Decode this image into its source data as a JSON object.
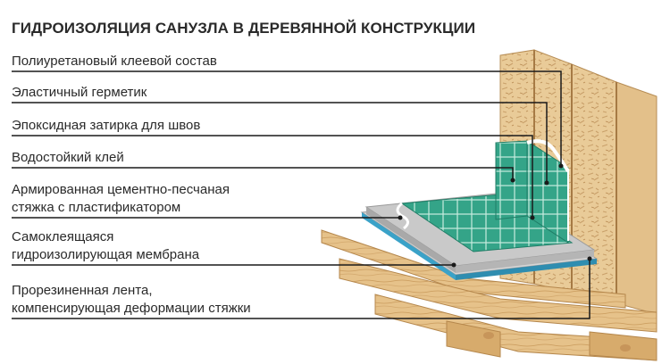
{
  "title": "ГИДРОИЗОЛЯЦИЯ САНУЗЛА В ДЕРЕВЯННОЙ КОНСТРУКЦИИ",
  "layers": [
    {
      "lines": [
        "Полиуретановый клеевой состав"
      ]
    },
    {
      "lines": [
        "Эластичный герметик"
      ]
    },
    {
      "lines": [
        "Эпоксидная затирка для швов"
      ]
    },
    {
      "lines": [
        "Водостойкий клей"
      ]
    },
    {
      "lines": [
        "Армированная цементно-песчаная",
        "стяжка с пластификатором"
      ]
    },
    {
      "lines": [
        "Самоклеящаяся",
        "гидроизолирующая мембрана"
      ]
    },
    {
      "lines": [
        "Прорезиненная лента,",
        "компенсирующая деформации стяжки"
      ]
    }
  ],
  "colors": {
    "text": "#2a2a2a",
    "leader": "#1a1a1a",
    "wood": "#e2bd84",
    "tile": "#2f9e83",
    "screed": "#c9c9c9",
    "membrane": "#3aa2c8"
  }
}
